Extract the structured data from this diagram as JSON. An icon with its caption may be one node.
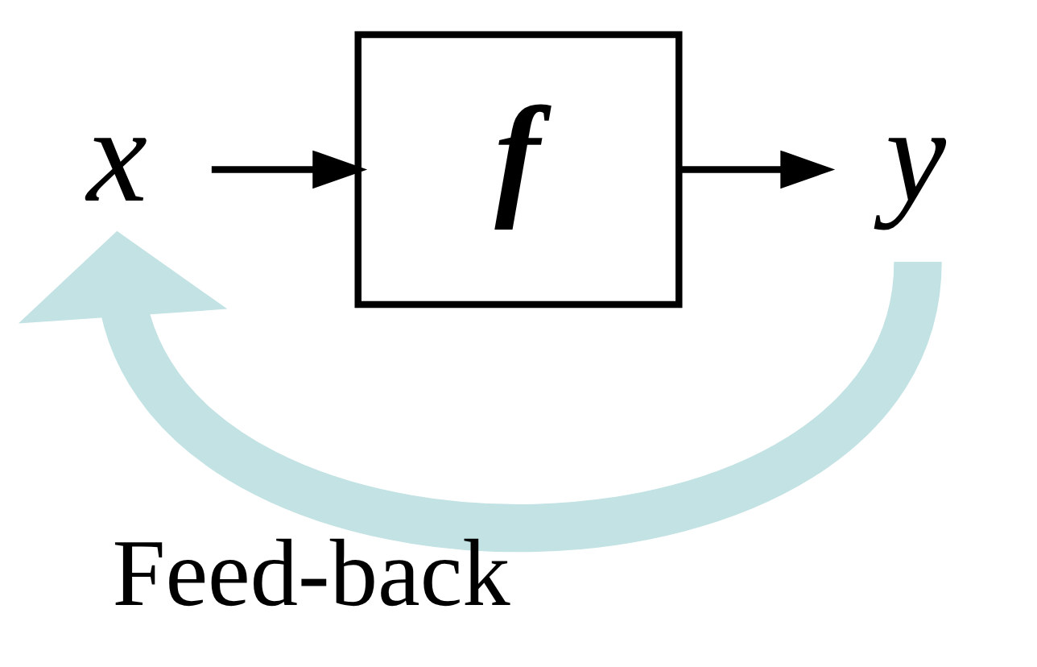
{
  "diagram": {
    "nodes": [
      {
        "text": [
          "x"
        ]
      },
      {
        "text": [
          "f"
        ]
      },
      {
        "text": [
          "y"
        ]
      }
    ],
    "edges": [
      {
        "from": 0,
        "to": 1,
        "arrow": "to"
      },
      {
        "from": 1,
        "to": 2,
        "arrow": "to"
      },
      {
        "from": 2,
        "to": 0,
        "arrow": "to",
        "label": "Feed-back",
        "style": "thick",
        "color": "#c2e2e4"
      }
    ]
  }
}
